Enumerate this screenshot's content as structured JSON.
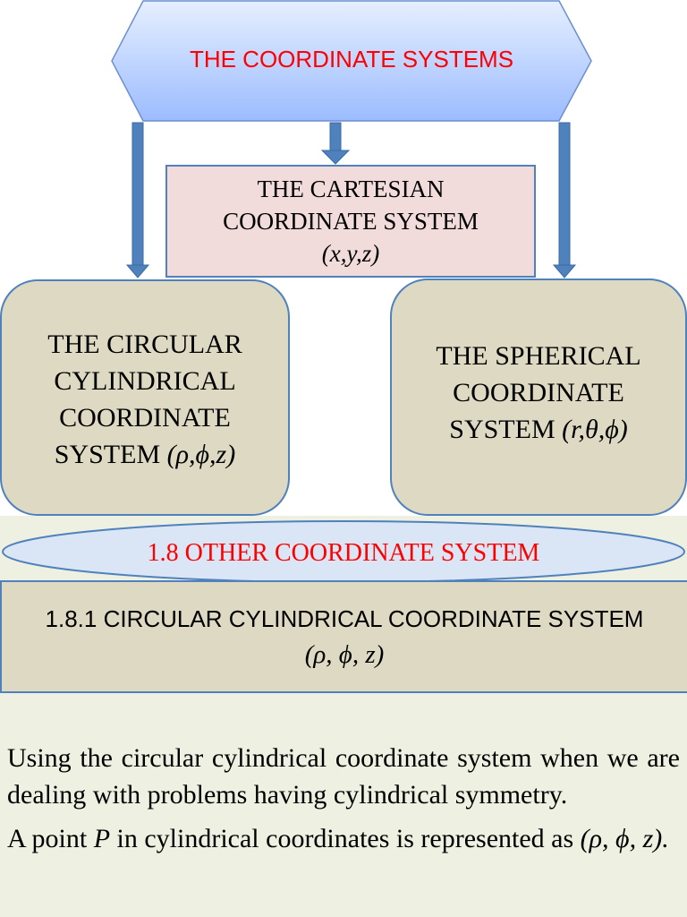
{
  "diagram": {
    "title": "THE COORDINATE SYSTEMS",
    "cartesian": {
      "line1": "THE CARTESIAN",
      "line2": "COORDINATE SYSTEM",
      "vars": "(x,y,z)"
    },
    "cylindrical": {
      "line1": "THE CIRCULAR",
      "line2": "CYLINDRICAL",
      "line3": "COORDINATE",
      "line4_prefix": "SYSTEM ",
      "line4_vars": "(ρ,ϕ,z)"
    },
    "spherical": {
      "line1": "THE SPHERICAL",
      "line2": "COORDINATE",
      "line3_prefix": "SYSTEM ",
      "line3_vars": "(r,θ,ϕ)"
    }
  },
  "section_heading": "1.8 OTHER COORDINATE SYSTEM",
  "subsection": {
    "title": "1.8.1 CIRCULAR CYLINDRICAL COORDINATE SYSTEM",
    "vars": "(ρ, ϕ, z)"
  },
  "body": {
    "paragraph1": "Using the circular cylindrical coordinate system when we are dealing with problems having cylindrical symmetry.",
    "paragraph2_before": "A point ",
    "paragraph2_var": "P",
    "paragraph2_after": " in cylindrical coordinates is represented as ",
    "paragraph2_vars": "(ρ, ϕ, z)."
  },
  "colors": {
    "title_red": "#ff0000",
    "outline_blue": "#4f81bd",
    "hexagon_fill_top": "#e6efff",
    "hexagon_fill_bottom": "#9cbcff",
    "cartesian_fill": "#f2dcdb",
    "box_fill": "#ddd9c3",
    "lower_background": "#eef0e1",
    "ellipse_fill": "#dae6f5"
  }
}
